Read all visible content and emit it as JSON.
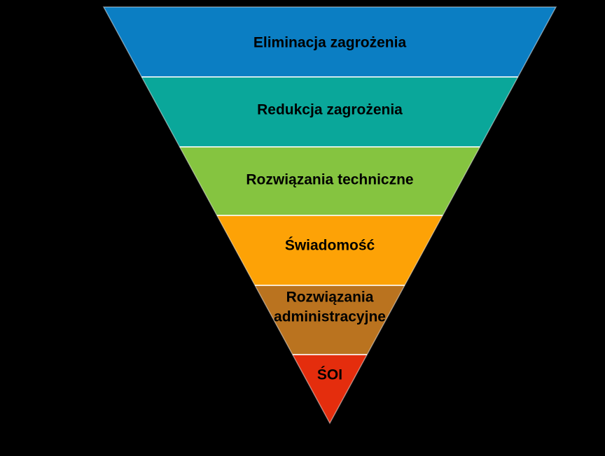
{
  "figure": {
    "background": "#000000",
    "label_color": "#000000",
    "divider_color": "#ffffff"
  },
  "chart_data": {
    "type": "funnel",
    "orientation": "inverted-pyramid",
    "title": "",
    "levels": [
      {
        "label": "Eliminacja zagrożenia",
        "lines": [
          "Eliminacja zagrożenia"
        ],
        "color": "#0b7ec3"
      },
      {
        "label": "Redukcja zagrożenia",
        "lines": [
          "Redukcja zagrożenia"
        ],
        "color": "#0aa79a"
      },
      {
        "label": "Rozwiązania techniczne",
        "lines": [
          "Rozwiązania techniczne"
        ],
        "color": "#85c440"
      },
      {
        "label": "Świadomość",
        "lines": [
          "Świadomość"
        ],
        "color": "#fda206"
      },
      {
        "label": "Rozwiązania administracyjne",
        "lines": [
          "Rozwiązania",
          "administracyjne"
        ],
        "color": "#ba731f"
      },
      {
        "label": "ŚOI",
        "lines": [
          "ŚOI"
        ],
        "color": "#e42d0d"
      }
    ]
  }
}
